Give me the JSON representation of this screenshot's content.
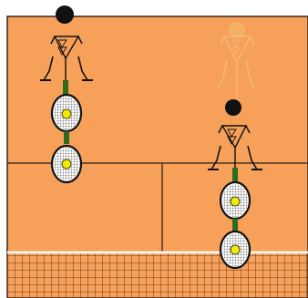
{
  "scene": {
    "court_color": "#f6a05a",
    "line_color": "#2b1a12",
    "net_line_color": "#ffffff",
    "net_mesh_color": "#4a1f0d",
    "ball_color": "#f3ea00",
    "racket_string_color": "#2d2d2d",
    "racket_frame_color": "#111111",
    "grip_color": "#2f6b1f",
    "player_color": "#111111",
    "ghost_player_color": "#ffd27a"
  },
  "items": [
    {
      "kind": "player",
      "name": "player-left",
      "label": ""
    },
    {
      "kind": "player",
      "name": "player-right",
      "label": ""
    },
    {
      "kind": "ghost-player",
      "name": "player-ghost",
      "label": ""
    },
    {
      "kind": "racket-pair",
      "name": "rackets-left"
    },
    {
      "kind": "racket-pair",
      "name": "rackets-right"
    },
    {
      "kind": "net",
      "name": "tennis-net"
    }
  ]
}
